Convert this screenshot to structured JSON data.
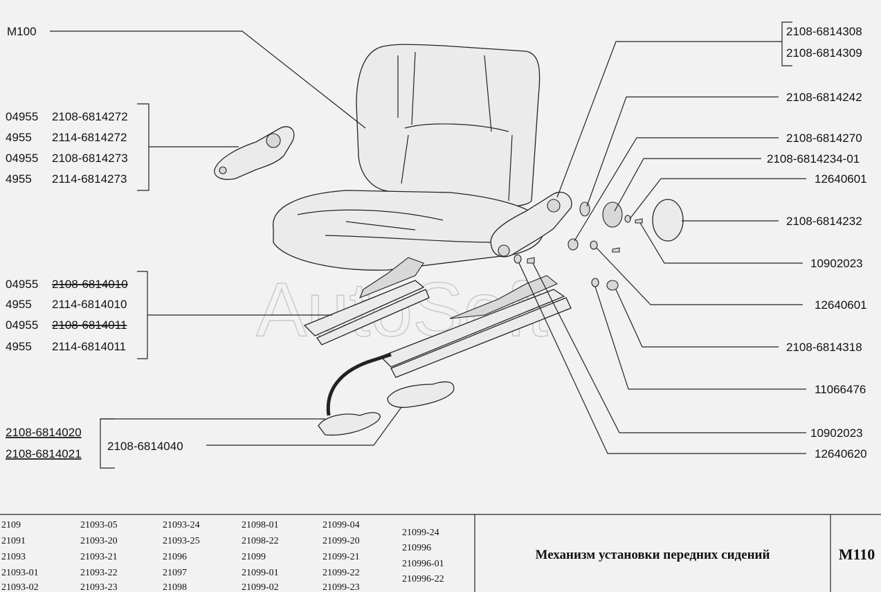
{
  "watermark": "AutoSoft",
  "labels": {
    "m100": "М100",
    "l_04955_272": "04955",
    "l_272": "2108-6814272",
    "l_4955_2114_272": "4955",
    "l_2114_272": "2114-6814272",
    "l_04955_273": "04955",
    "l_273": "2108-6814273",
    "l_4955_2114_273": "4955",
    "l_2114_273": "2114-6814273",
    "l_04955_010": "04955",
    "l_010": "2108-6814010",
    "l_4955_010": "4955",
    "l_2114_010": "2114-6814010",
    "l_04955_011": "04955",
    "l_011": "2108-6814011",
    "l_4955_011": "4955",
    "l_2114_011": "2114-6814011",
    "l_020": "2108-6814020",
    "l_021": "2108-6814021",
    "l_040": "2108-6814040",
    "r_308": "2108-6814308",
    "r_309": "2108-6814309",
    "r_242": "2108-6814242",
    "r_270": "2108-6814270",
    "r_234": "2108-6814234-01",
    "r_12640601a": "12640601",
    "r_232": "2108-6814232",
    "r_10902023a": "10902023",
    "r_12640601b": "12640601",
    "r_318": "2108-6814318",
    "r_11066476": "11066476",
    "r_10902023b": "10902023",
    "r_12640620": "12640620"
  },
  "footer": {
    "models": [
      [
        "2109",
        "21091",
        "21093",
        "21093-01",
        "21093-02"
      ],
      [
        "21093-05",
        "21093-20",
        "21093-21",
        "21093-22",
        "21093-23"
      ],
      [
        "21093-24",
        "21093-25",
        "21096",
        "21097",
        "21098"
      ],
      [
        "21098-01",
        "21098-22",
        "21099",
        "21099-01",
        "21099-02"
      ],
      [
        "21099-04",
        "21099-20",
        "21099-21",
        "21099-22",
        "21099-23"
      ],
      [
        "21099-24",
        "210996",
        "210996-01",
        "210996-22"
      ]
    ],
    "title": "Механизм установки передних сидений",
    "code": "M110"
  }
}
